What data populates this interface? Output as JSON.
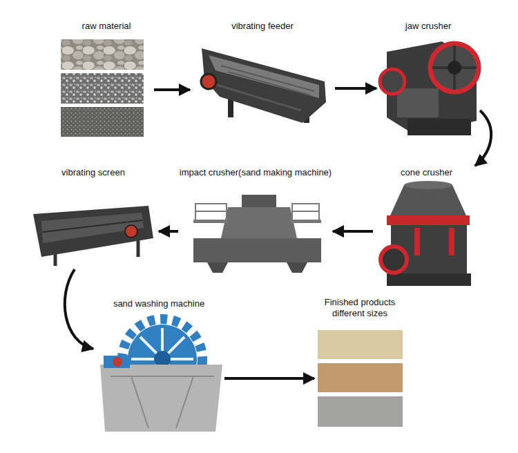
{
  "diagram": {
    "nodes": [
      {
        "text": [
          "raw material"
        ]
      },
      {
        "text": [
          "vibrating feeder"
        ]
      },
      {
        "text": [
          "jaw crusher"
        ]
      },
      {
        "text": [
          "cone crusher"
        ]
      },
      {
        "text": [
          "impact crusher(sand making machine)"
        ]
      },
      {
        "text": [
          "vibrating screen"
        ]
      },
      {
        "text": [
          "sand washing machine"
        ]
      },
      {
        "text": [
          "Finished products different sizes"
        ]
      }
    ],
    "edges": [
      {
        "from": 0,
        "to": 1,
        "arrow": "to"
      },
      {
        "from": 1,
        "to": 2,
        "arrow": "to"
      },
      {
        "from": 2,
        "to": 3,
        "arrow": "to"
      },
      {
        "from": 3,
        "to": 4,
        "arrow": "to"
      },
      {
        "from": 4,
        "to": 5,
        "arrow": "to"
      },
      {
        "from": 5,
        "to": 6,
        "arrow": "to"
      },
      {
        "from": 6,
        "to": 7,
        "arrow": "to"
      }
    ]
  }
}
